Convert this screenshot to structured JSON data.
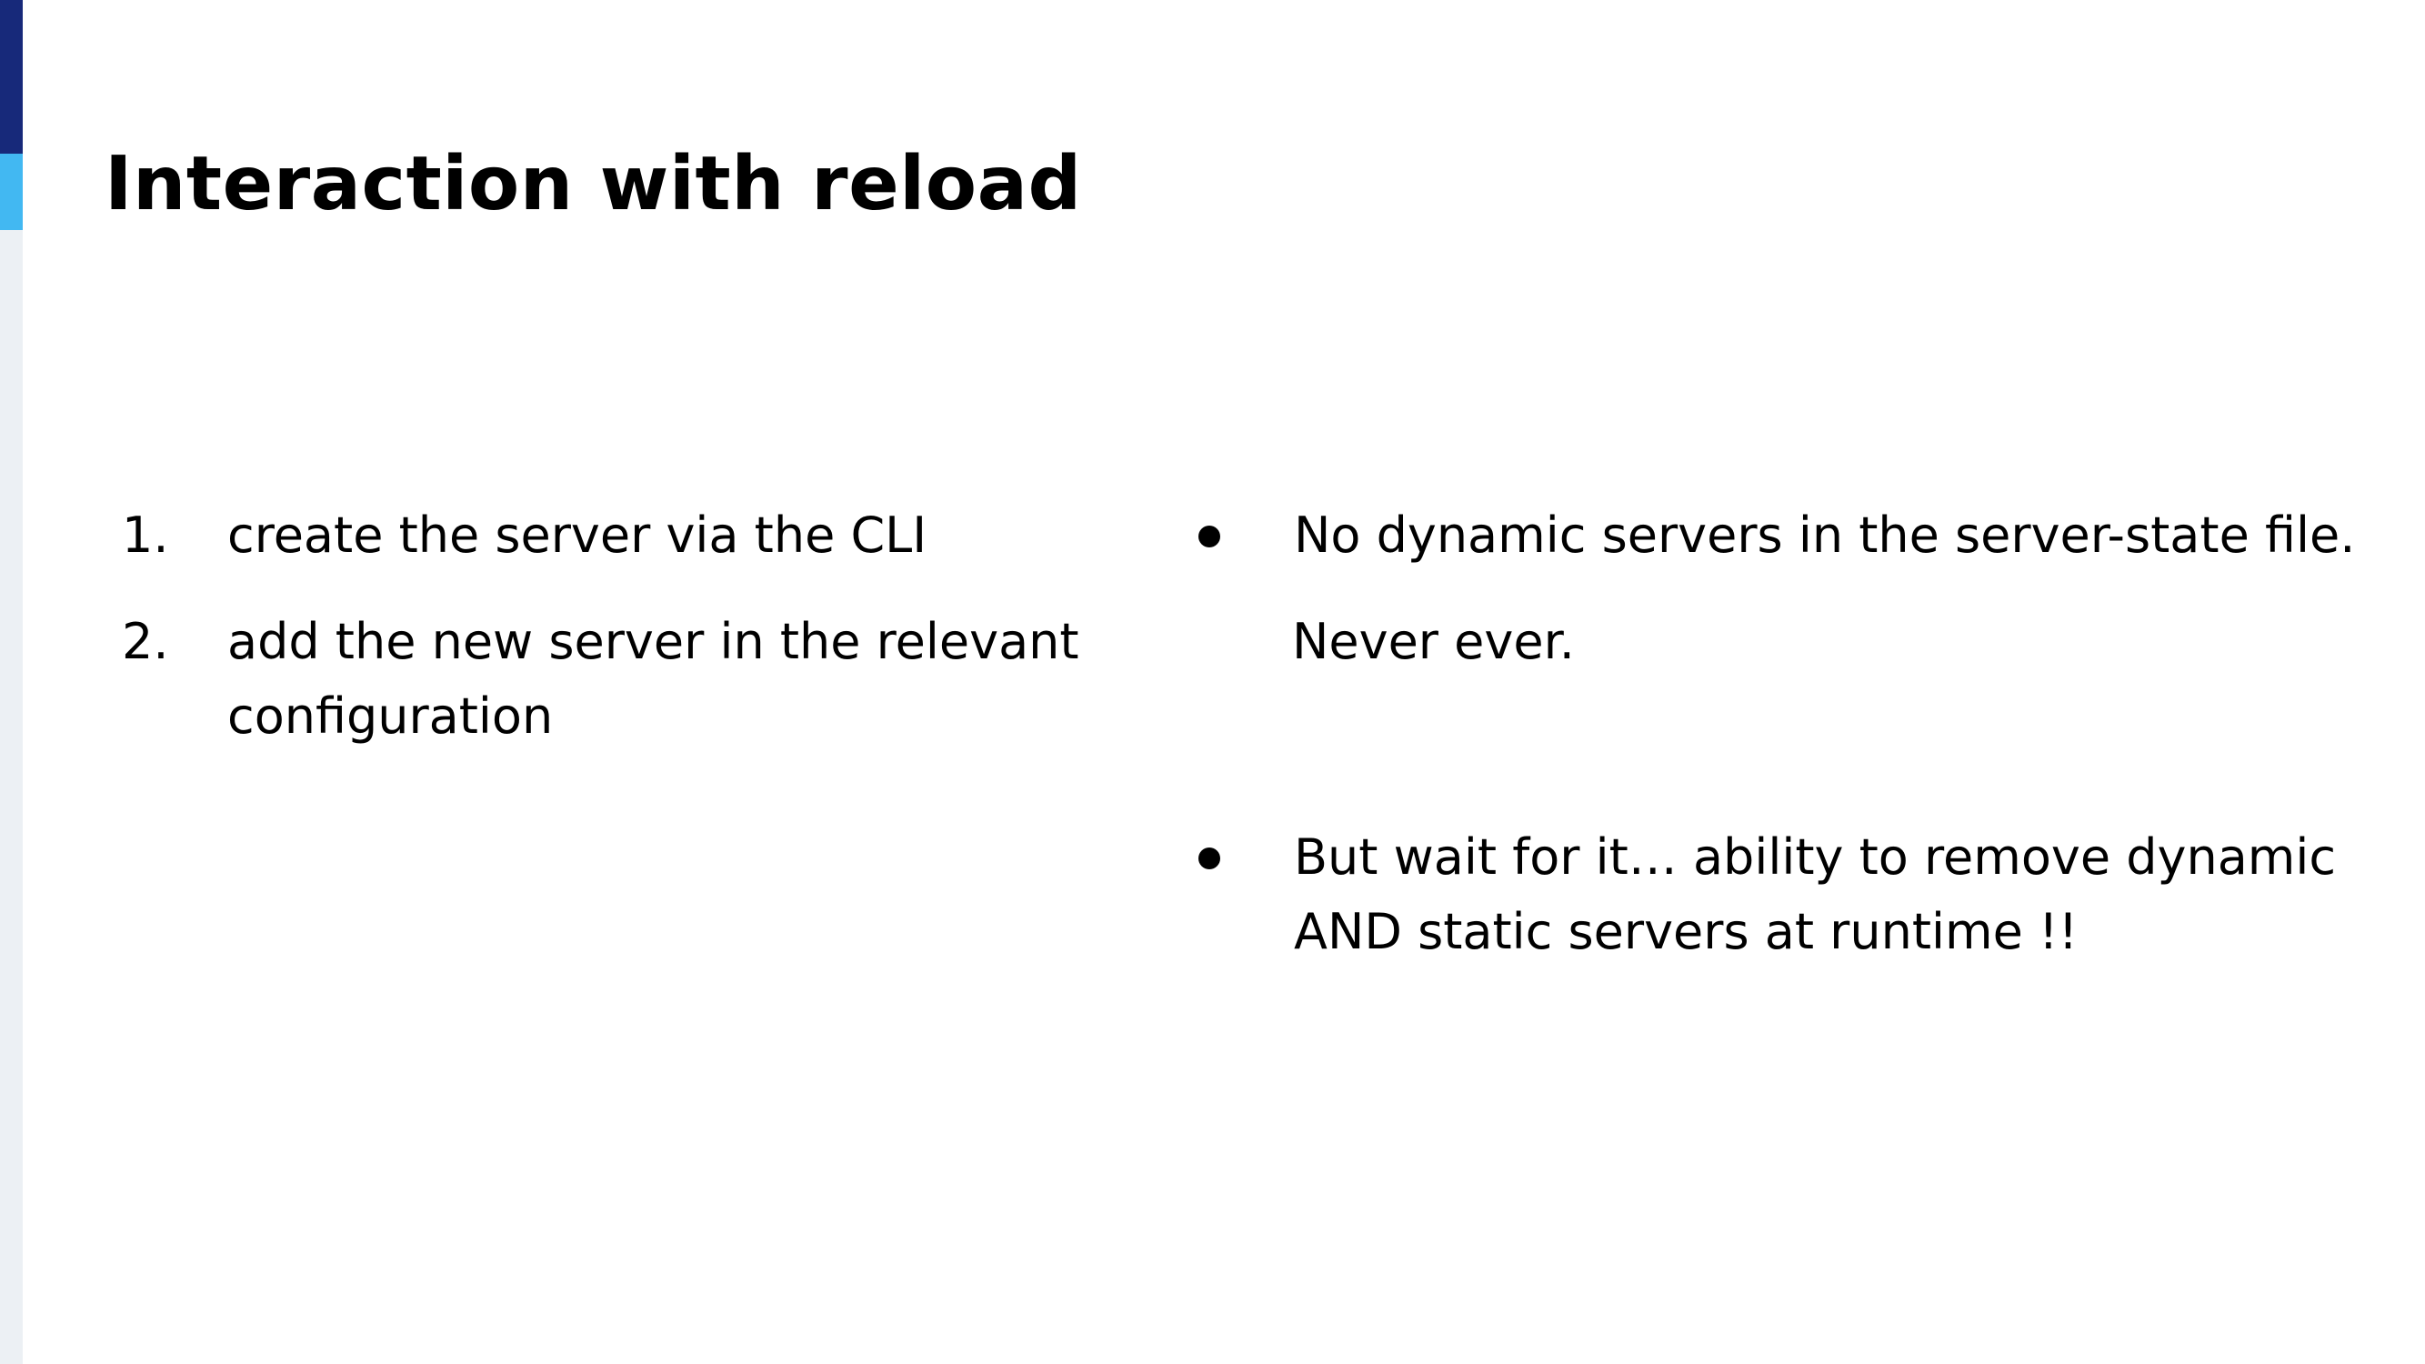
{
  "slide": {
    "title": "Interaction with reload",
    "accent_colors": {
      "bar_dark": "#17297a",
      "bar_light": "#42b8f2",
      "bar_track": "#ecf0f4"
    },
    "left_list": [
      {
        "marker": "1.",
        "text": "create the server via the CLI"
      },
      {
        "marker": "2.",
        "text": "add the new server in the relevant configuration"
      }
    ],
    "right_list": {
      "bullet_1": "No dynamic servers in the server-state file.",
      "bullet_1_followup": "Never ever.",
      "bullet_2": "But wait for it… ability to remove dynamic AND static servers at runtime !!"
    }
  }
}
